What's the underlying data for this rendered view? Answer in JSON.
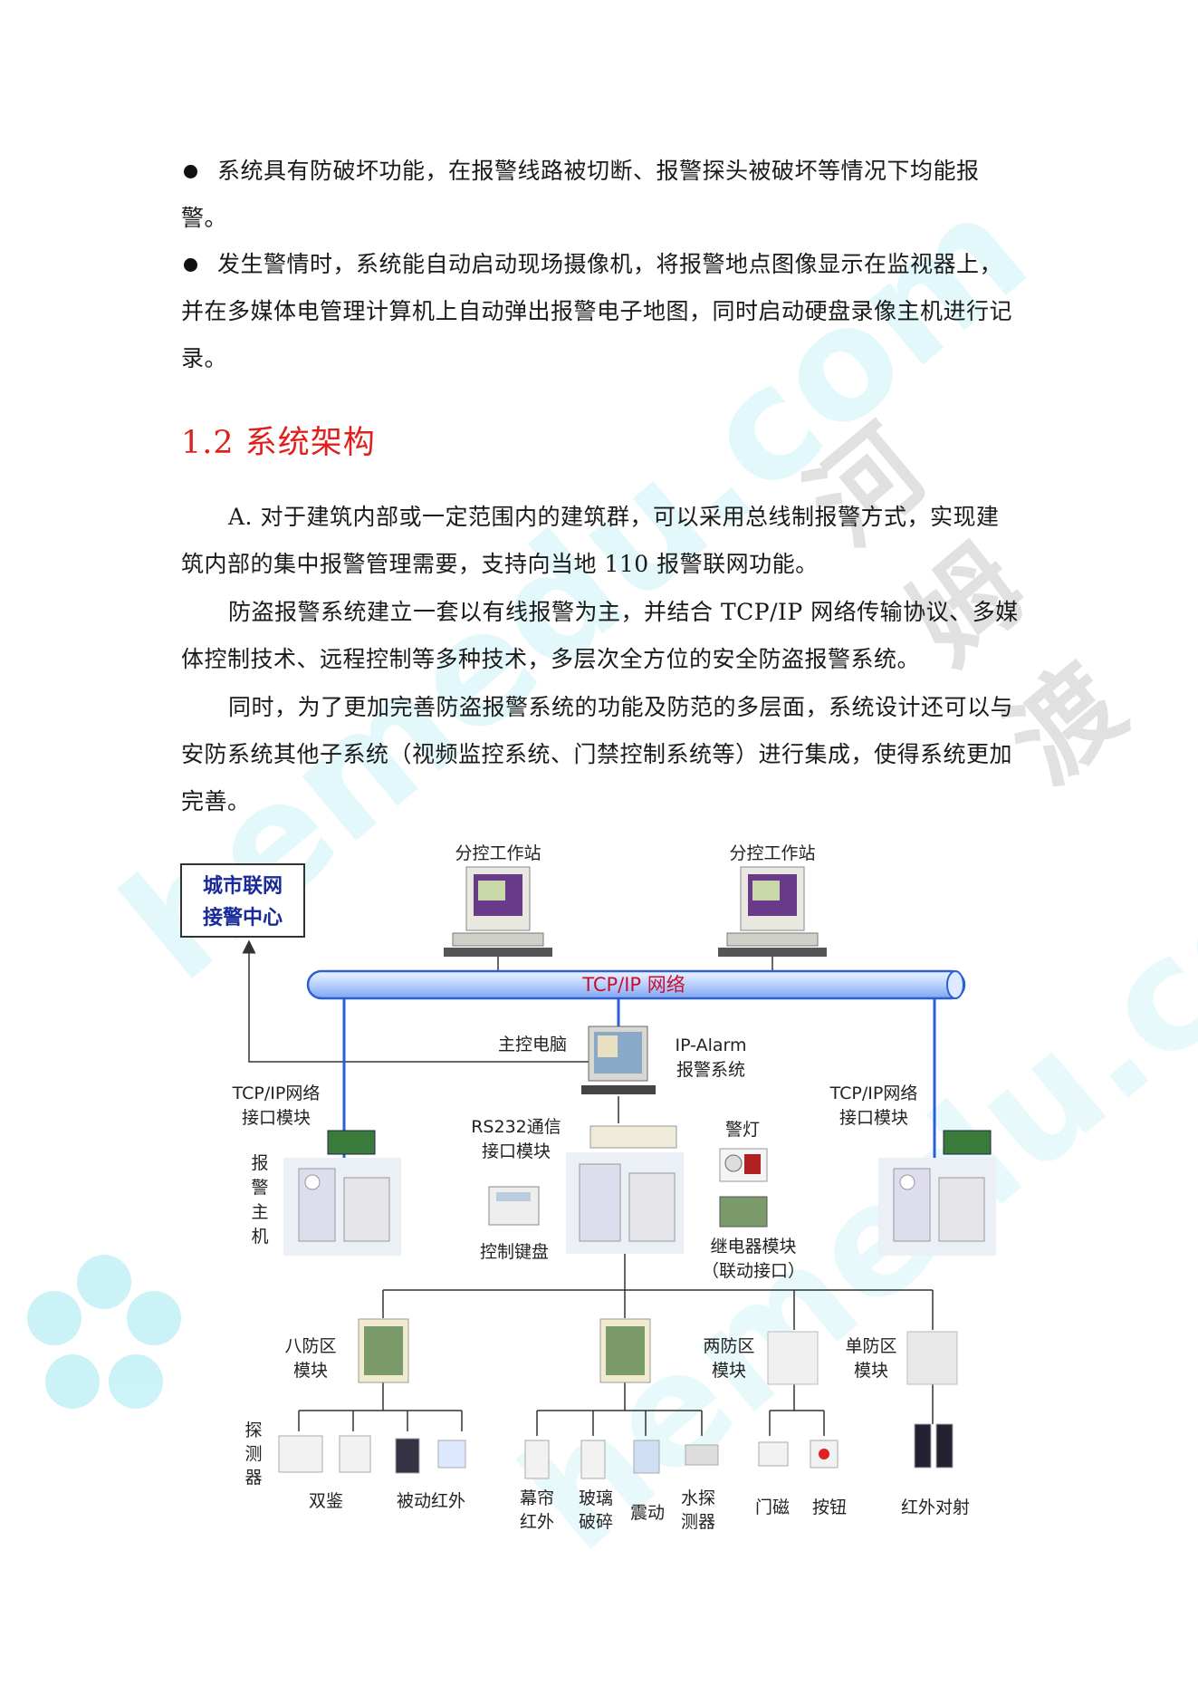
{
  "bullets": [
    "系统具有防破坏功能，在报警线路被切断、报警探头被破坏等情况下均能报警。",
    "发生警情时，系统能自动启动现场摄像机，将报警地点图像显示在监视器上，并在多媒体电管理计算机上自动弹出报警电子地图，同时启动硬盘录像主机进行记录。"
  ],
  "heading": "1.2 系统架构",
  "paragraphs": [
    "A. 对于建筑内部或一定范围内的建筑群，可以采用总线制报警方式，实现建筑内部的集中报警管理需要，支持向当地 110 报警联网功能。",
    "防盗报警系统建立一套以有线报警为主，并结合 TCP/IP 网络传输协议、多媒体控制技术、远程控制等多种技术，多层次全方位的安全防盗报警系统。",
    "同时，为了更加完善防盗报警系统的功能及防范的多层面，系统设计还可以与安防系统其他子系统（视频监控系统、门禁控制系统等）进行集成，使得系统更加完善。"
  ],
  "watermark": {
    "text_cn": "河姆渡",
    "text_en": "hemedu.com",
    "color": "#8fe6f0"
  },
  "diagram": {
    "city_center_line1": "城市联网",
    "city_center_line2": "接警中心",
    "sub_station_left": "分控工作站",
    "sub_station_right": "分控工作站",
    "network": "TCP/IP 网络",
    "main_pc": "主控电脑",
    "ip_alarm_line1": "IP-Alarm",
    "ip_alarm_line2": "报警系统",
    "tcp_module_left_line1": "TCP/IP网络",
    "tcp_module_left_line2": "接口模块",
    "tcp_module_right_line1": "TCP/IP网络",
    "tcp_module_right_line2": "接口模块",
    "rs232_line1": "RS232通信",
    "rs232_line2": "接口模块",
    "alarm_lamp": "警灯",
    "alarm_host": [
      "报",
      "警",
      "主",
      "机"
    ],
    "control_keypad": "控制键盘",
    "relay_line1": "继电器模块",
    "relay_line2": "（联动接口）",
    "eight_zone_line1": "八防区",
    "eight_zone_line2": "模块",
    "two_zone_line1": "两防区",
    "two_zone_line2": "模块",
    "single_zone_line1": "单防区",
    "single_zone_line2": "模块",
    "detector": [
      "探",
      "测",
      "器"
    ],
    "dual_tech": "双鉴",
    "passive_ir": "被动红外",
    "curtain_ir": [
      "幕帘",
      "红外"
    ],
    "glass_break": [
      "玻璃",
      "破碎"
    ],
    "vibration": "震动",
    "water_detector": [
      "水探",
      "测器"
    ],
    "door_contact": "门磁",
    "button": "按钮",
    "ir_beam": "红外对射",
    "colors": {
      "network": "#2a5fd6",
      "pipe_fill": "#cfe0ff",
      "heading": "#e0201c"
    }
  }
}
